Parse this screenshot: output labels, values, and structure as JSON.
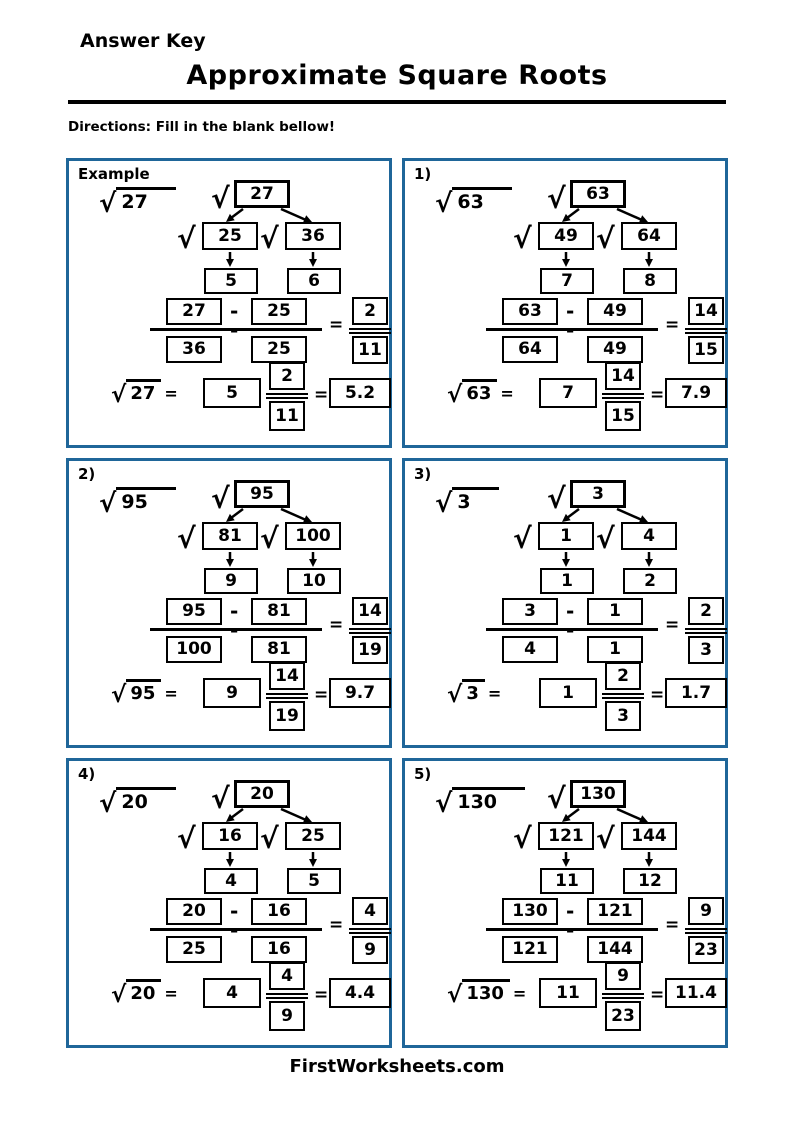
{
  "header": {
    "answer_key": "Answer Key",
    "title": "Approximate Square Roots",
    "directions": "Directions: Fill in the blank bellow!"
  },
  "footer": {
    "site": "FirstWorksheets.com"
  },
  "symbols": {
    "radical": "√",
    "minus": "-",
    "equals": "="
  },
  "accent_border_color": "#1f6699",
  "panels": [
    {
      "label": "Example",
      "expr_n": "27",
      "tree": {
        "n": "27",
        "left_sq": "25",
        "right_sq": "36",
        "left_root": "5",
        "right_root": "6"
      },
      "fraction": {
        "num_left": "27",
        "num_right": "25",
        "den_left": "36",
        "den_right": "25",
        "result_num": "2",
        "result_den": "11"
      },
      "final": {
        "n": "27",
        "whole": "5",
        "num": "2",
        "den": "11",
        "decimal": "5.2"
      }
    },
    {
      "label": "1)",
      "expr_n": "63",
      "tree": {
        "n": "63",
        "left_sq": "49",
        "right_sq": "64",
        "left_root": "7",
        "right_root": "8"
      },
      "fraction": {
        "num_left": "63",
        "num_right": "49",
        "den_left": "64",
        "den_right": "49",
        "result_num": "14",
        "result_den": "15"
      },
      "final": {
        "n": "63",
        "whole": "7",
        "num": "14",
        "den": "15",
        "decimal": "7.9"
      }
    },
    {
      "label": "2)",
      "expr_n": "95",
      "tree": {
        "n": "95",
        "left_sq": "81",
        "right_sq": "100",
        "left_root": "9",
        "right_root": "10"
      },
      "fraction": {
        "num_left": "95",
        "num_right": "81",
        "den_left": "100",
        "den_right": "81",
        "result_num": "14",
        "result_den": "19"
      },
      "final": {
        "n": "95",
        "whole": "9",
        "num": "14",
        "den": "19",
        "decimal": "9.7"
      }
    },
    {
      "label": "3)",
      "expr_n": "3",
      "tree": {
        "n": "3",
        "left_sq": "1",
        "right_sq": "4",
        "left_root": "1",
        "right_root": "2"
      },
      "fraction": {
        "num_left": "3",
        "num_right": "1",
        "den_left": "4",
        "den_right": "1",
        "result_num": "2",
        "result_den": "3"
      },
      "final": {
        "n": "3",
        "whole": "1",
        "num": "2",
        "den": "3",
        "decimal": "1.7"
      }
    },
    {
      "label": "4)",
      "expr_n": "20",
      "tree": {
        "n": "20",
        "left_sq": "16",
        "right_sq": "25",
        "left_root": "4",
        "right_root": "5"
      },
      "fraction": {
        "num_left": "20",
        "num_right": "16",
        "den_left": "25",
        "den_right": "16",
        "result_num": "4",
        "result_den": "9"
      },
      "final": {
        "n": "20",
        "whole": "4",
        "num": "4",
        "den": "9",
        "decimal": "4.4"
      }
    },
    {
      "label": "5)",
      "expr_n": "130",
      "tree": {
        "n": "130",
        "left_sq": "121",
        "right_sq": "144",
        "left_root": "11",
        "right_root": "12"
      },
      "fraction": {
        "num_left": "130",
        "num_right": "121",
        "den_left": "121",
        "den_right": "144",
        "result_num": "9",
        "result_den": "23"
      },
      "final": {
        "n": "130",
        "whole": "11",
        "num": "9",
        "den": "23",
        "decimal": "11.4"
      }
    }
  ]
}
